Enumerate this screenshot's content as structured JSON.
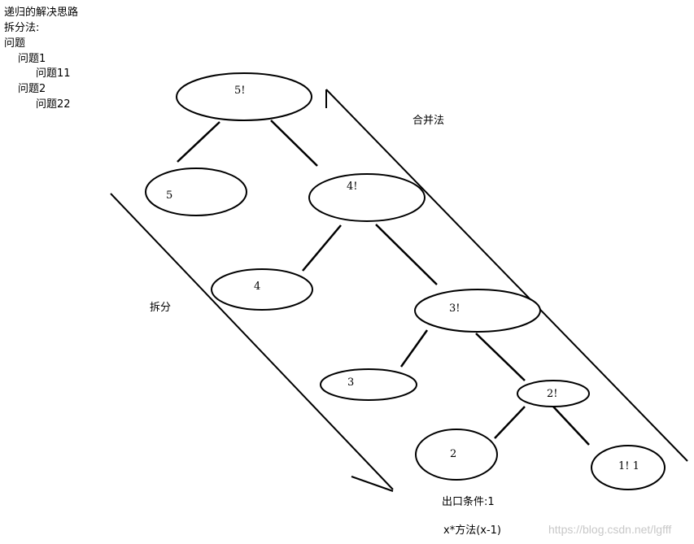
{
  "outline": {
    "title": "递归的解决思路",
    "method": "拆分法:",
    "problem": "问题",
    "sub1": "问题1",
    "sub11": "问题11",
    "sub2": "问题2",
    "sub22": "问题22"
  },
  "nodes": {
    "n5f": "5!",
    "n5": "5",
    "n4f": "4!",
    "n4": "4",
    "n3f": "3!",
    "n3": "3",
    "n2f": "2!",
    "n2": "2",
    "n1f": "1! 1"
  },
  "labels": {
    "split": "拆分",
    "merge": "合并法",
    "exit": "出口条件:1",
    "formula": "x*方法(x-1)"
  },
  "watermark": "https://blog.csdn.net/lgfff"
}
